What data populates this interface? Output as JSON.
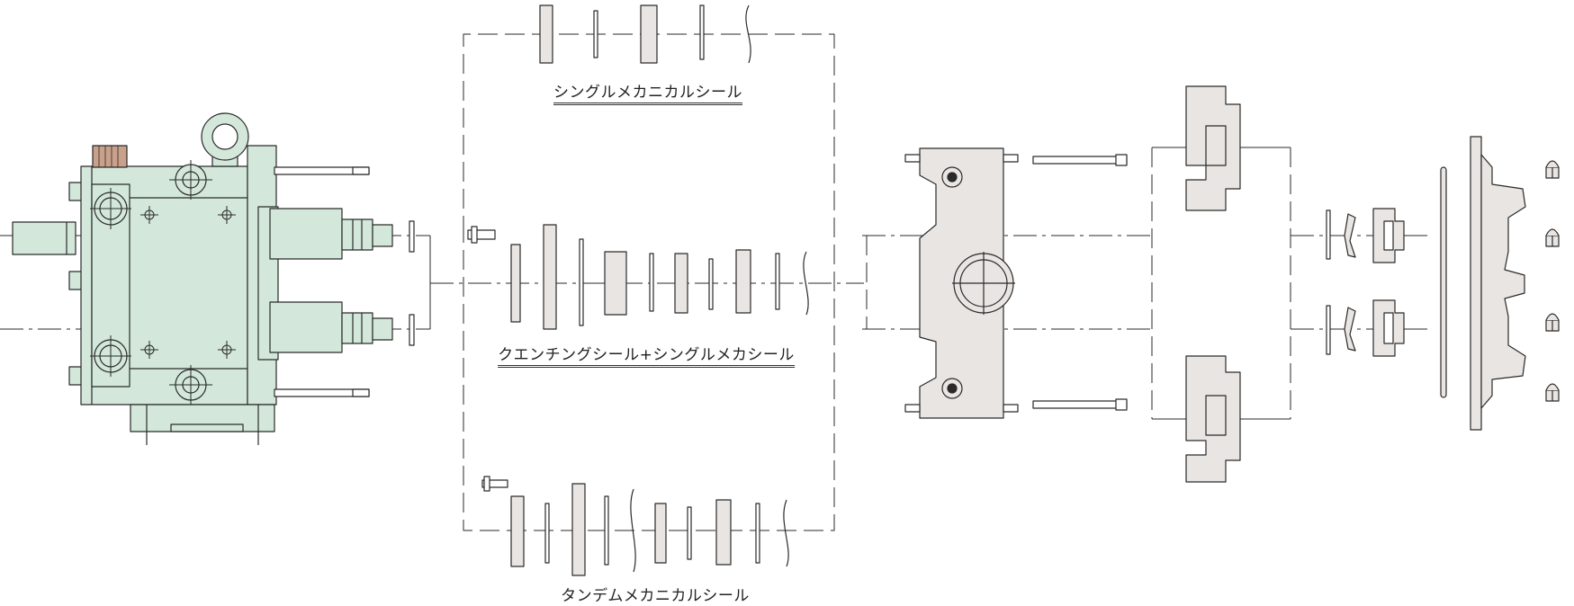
{
  "labels": {
    "single_seal": "シングルメカニカルシール",
    "quench_seal": "クエンチングシール+シングルメカシール",
    "tandem_seal": "タンデムメカニカルシール"
  },
  "colors": {
    "housing": "#d3e8da",
    "part": "#e9e5e2",
    "line": "#2a2a2a",
    "lug": "#c9a08a"
  }
}
